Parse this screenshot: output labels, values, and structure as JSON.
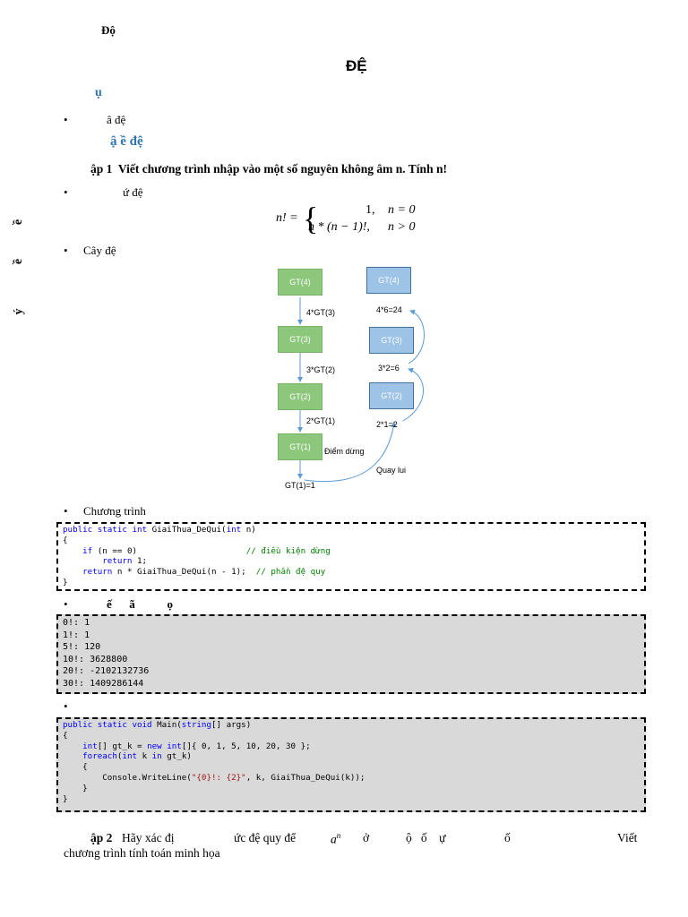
{
  "header": {
    "running_title": "Độ"
  },
  "document": {
    "title": "ĐỆ",
    "section_heading": "ụ",
    "bullet_1": "â  đệ",
    "subheading": "ậ      ề đệ",
    "exercise_1": {
      "label": "ập 1",
      "text": "Viết chương trình nhập vào một số nguyên không âm n. Tính n!"
    },
    "bullet_2": "ứ  đệ",
    "formula": {
      "lhs": "n! =",
      "case1_value": "1,",
      "case1_cond": "n = 0",
      "case2_value": "n * (n − 1)!,",
      "case2_cond": "n > 0"
    },
    "bullet_3": "Cây đệ",
    "bullet_4": "Chương trình",
    "bullet_5": "ế      ã           ọ",
    "exercise_2": {
      "label": "ập 2",
      "text_a": "Hãy xác đị",
      "text_b": "ức đệ quy để",
      "math": "a",
      "math_sup": "n",
      "text_c": "ở",
      "text_d": "ộ   ố    ự",
      "text_e": "ố",
      "text_f": "Viết",
      "line2": "chương trình tính toán minh họa"
    }
  },
  "side_marks": [
    "ề",
    "ề",
    "ý"
  ],
  "diagram": {
    "left_nodes": [
      "GT(4)",
      "GT(3)",
      "GT(2)",
      "GT(1)"
    ],
    "left_edges": [
      "4*GT(3)",
      "3*GT(2)",
      "2*GT(1)"
    ],
    "right_nodes": [
      "GT(4)",
      "GT(3)",
      "GT(2)"
    ],
    "right_results": [
      "4*6=24",
      "3*2=6",
      "2*1=2"
    ],
    "stop_label": "Điểm dừng",
    "back_label": "Quay lui",
    "base_label": "GT(1)=1"
  },
  "code_1": {
    "line1_kw": "public static int",
    "line1_rest": " GiaiThua_DeQui(",
    "line1_kw2": "int",
    "line1_end": " n)",
    "line2": "{",
    "line3_kw": "if",
    "line3_rest": " (n == 0)",
    "line3_comment": "// điều kiện dừng",
    "line4_kw": "return",
    "line4_rest": " 1;",
    "line5_kw": "return",
    "line5_rest": " n * GiaiThua_DeQui(n - 1);",
    "line5_comment": "// phần đệ quy",
    "line6": "}"
  },
  "output_lines": [
    "0!: 1",
    "1!: 1",
    "5!: 120",
    "10!: 3628800",
    "20!: -2102132736",
    "30!: 1409286144"
  ],
  "code_2": {
    "line1_kw": "public static void",
    "line1_rest": " Main(",
    "line1_kw2": "string",
    "line1_end": "[] args)",
    "line2": "{",
    "line3_kw": "int",
    "line3_rest": "[] gt_k = ",
    "line3_kw2": "new",
    "line3_kw3": " int",
    "line3_end": "[]{ 0, 1, 5, 10, 20, 30 };",
    "line4_kw": "foreach",
    "line4_rest": "(",
    "line4_kw2": "int",
    "line4_mid": " k ",
    "line4_kw3": "in",
    "line4_end": " gt_k)",
    "line5": "{",
    "line6_pre": "Console.WriteLine(",
    "line6_str": "\"{0}!: {2}\"",
    "line6_end": ", k, GiaiThua_DeQui(k));",
    "line7": "}",
    "line8": "}"
  }
}
